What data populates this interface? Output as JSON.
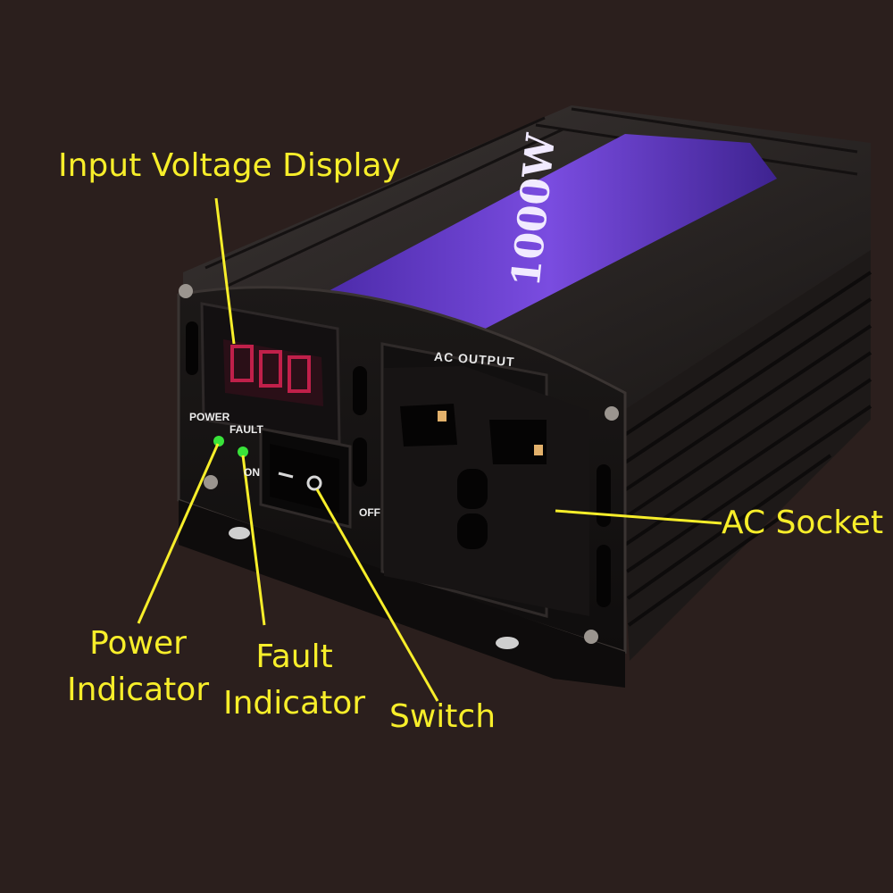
{
  "callouts": {
    "input_voltage_display": "Input Voltage Display",
    "ac_socket": "AC Socket",
    "power_indicator": [
      "Power",
      "Indicator"
    ],
    "fault_indicator": [
      "Fault",
      "Indicator"
    ],
    "switch": "Switch"
  },
  "panel_labels": {
    "power": "POWER",
    "fault": "FAULT",
    "on": "ON",
    "off": "OFF",
    "ac_output": "AC OUTPUT"
  },
  "top_label": {
    "power_rating": "1000W"
  },
  "colors": {
    "background": "#2b1f1d",
    "callout_text": "#f7ee2a",
    "label_panel": "#6b3fd4",
    "led_green": "#39e33a",
    "display_red": "#c0204a"
  }
}
